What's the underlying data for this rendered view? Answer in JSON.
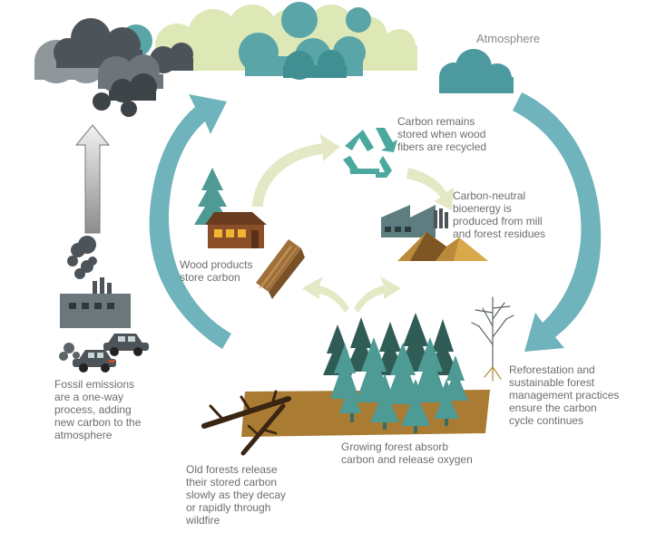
{
  "labels": {
    "atmosphere": "Atmosphere",
    "recycled": "Carbon remains\nstored when wood\nfibers are recycled",
    "bioenergy": "Carbon-neutral\nbioenergy is\nproduced from mill\nand forest residues",
    "wood_products": "Wood products\nstore carbon",
    "fossil": "Fossil emissions\nare a one-way\nprocess, adding\nnew carbon to the\natmosphere",
    "reforestation": "Reforestation and\nsustainable forest\nmanagement practices\nensure the carbon\ncycle continues",
    "growing_forest": "Growing forest absorb\ncarbon and release oxygen",
    "old_forests": "Old forests release\ntheir stored carbon\nslowly as they decay\nor rapidly through\nwildfire"
  },
  "icons": {
    "recycle": "recycle-icon",
    "house": "house-icon",
    "mill": "mill-icon",
    "factory": "factory-icon",
    "car": "car-icon",
    "tree": "tree-icon",
    "sapling": "sapling-icon",
    "cloud": "cloud-icon"
  },
  "colors": {
    "label_text": "#6d6d6d",
    "cycle_arrow": "#6fb3bc",
    "light_arrow": "#e4e8c4",
    "dark_cloud": "#4c5459",
    "teal_cloud": "#4c9a9f",
    "pale_cloud": "#dde8b6",
    "tree_dark": "#2f5c54",
    "tree_teal": "#4e9a95",
    "ground": "#a97b33",
    "factory": "#5d6c70",
    "house_roof": "#6b3b1f"
  }
}
